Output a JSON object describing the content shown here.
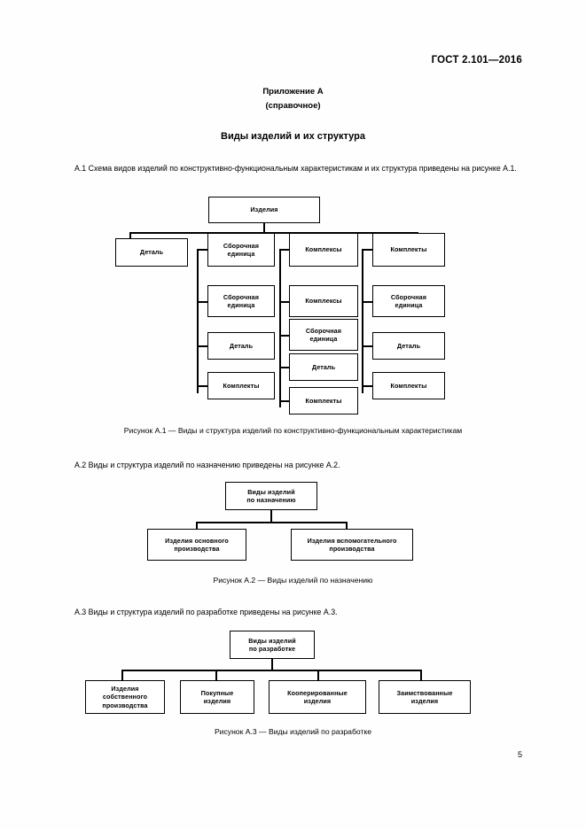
{
  "header": {
    "standard": "ГОСТ 2.101—2016",
    "page_number": "5"
  },
  "annex": {
    "label": "Приложение А",
    "sub": "(справочное)",
    "title": "Виды изделий и их структура"
  },
  "paragraphs": {
    "a1": "А.1  Схема видов изделий по конструктивно-функциональным характеристикам и их структура приведены на рисунке А.1.",
    "a2": "А.2  Виды и структура изделий по назначению приведены на рисунке А.2.",
    "a3": "А.3  Виды и структура изделий по разработке приведены на рисунке А.3."
  },
  "captions": {
    "fig1": "Рисунок А.1 — Виды и структура изделий по конструктивно-функциональным характеристикам",
    "fig2": "Рисунок А.2 — Виды изделий по назначению",
    "fig3": "Рисунок А.3 — Виды изделий по разработке"
  },
  "figure_a1": {
    "root": "Изделия",
    "columns": [
      {
        "head": "Деталь",
        "children": []
      },
      {
        "head_line1": "Сборочная",
        "head_line2": "единица",
        "children": [
          {
            "line1": "Сборочная",
            "line2": "единица"
          },
          {
            "line1": "Деталь",
            "line2": ""
          },
          {
            "line1": "Комплекты",
            "line2": ""
          }
        ]
      },
      {
        "head_line1": "Комплексы",
        "head_line2": "",
        "children": [
          {
            "line1": "Комплексы",
            "line2": ""
          },
          {
            "line1": "Сборочная",
            "line2": "единица"
          },
          {
            "line1": "Деталь",
            "line2": ""
          },
          {
            "line1": "Комплекты",
            "line2": ""
          }
        ]
      },
      {
        "head_line1": "Комплекты",
        "head_line2": "",
        "children": [
          {
            "line1": "Сборочная",
            "line2": "единица"
          },
          {
            "line1": "Деталь",
            "line2": ""
          },
          {
            "line1": "Комплекты",
            "line2": ""
          }
        ]
      }
    ]
  },
  "figure_a2": {
    "root_line1": "Виды изделий",
    "root_line2": "по назначению",
    "children": [
      {
        "line1": "Изделия основного",
        "line2": "производства"
      },
      {
        "line1": "Изделия вспомогательного",
        "line2": "производства"
      }
    ]
  },
  "figure_a3": {
    "root_line1": "Виды изделий",
    "root_line2": "по разработке",
    "children": [
      {
        "line1": "Изделия",
        "line2": "собственного",
        "line3": "производства"
      },
      {
        "line1": "Покупные",
        "line2": "изделия",
        "line3": ""
      },
      {
        "line1": "Кооперированные",
        "line2": "изделия",
        "line3": ""
      },
      {
        "line1": "Заимствованные",
        "line2": "изделия",
        "line3": ""
      }
    ]
  }
}
